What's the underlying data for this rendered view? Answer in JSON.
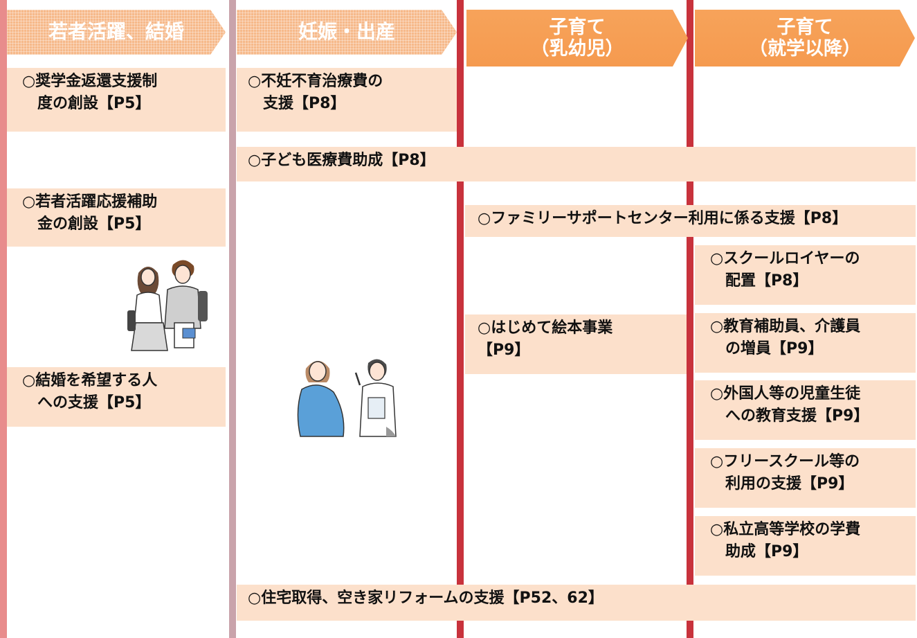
{
  "headers": [
    {
      "label": "若者活躍、結婚"
    },
    {
      "label": "妊娠・出産"
    },
    {
      "label": "子育て\n（乳幼児）"
    },
    {
      "label": "子育て\n（就学以降）"
    }
  ],
  "items": {
    "scholarship": "○奨学金返還支援制\n　度の創設【P5】",
    "fertility": "○不妊不育治療費の\n　支援【P8】",
    "child_medical": "○子ども医療費助成【P8】",
    "youth_subsidy": "○若者活躍応援補助\n　金の創設【P5】",
    "family_support": "○ファミリーサポートセンター利用に係る支援【P8】",
    "school_lawyer": "○スクールロイヤーの\n　配置【P8】",
    "picture_book": "○はじめて絵本事業\n【P9】",
    "education_aides": "○教育補助員、介護員\n　の増員【P9】",
    "marriage_support": "○結婚を希望する人\n　への支援【P5】",
    "foreign_students": "○外国人等の児童生徒\n　への教育支援【P9】",
    "free_school": "○フリースクール等の\n　利用の支援【P9】",
    "private_hs": "○私立高等学校の学費\n　助成【P9】",
    "housing": "○住宅取得、空き家リフォームの支援【P52、62】"
  },
  "colors": {
    "bar_left": "#e98a8a",
    "bar_mid": "#c9a0a8",
    "bar_red": "#c8323c",
    "box_fill": "#fce0cb",
    "header_grid": "#f6b98a",
    "header_solid": "#f59a4f"
  }
}
